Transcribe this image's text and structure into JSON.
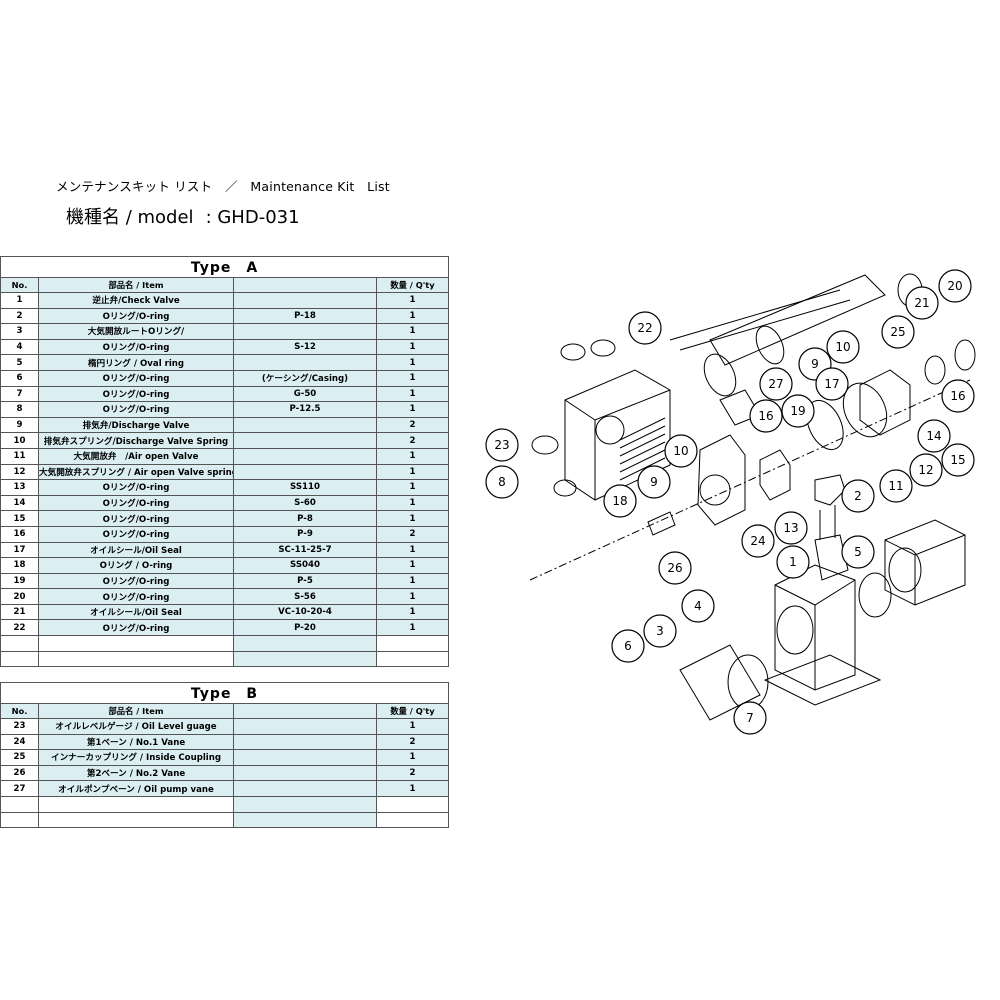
{
  "header": {
    "title_line": "メンテナンスキット リスト　／　Maintenance Kit　List",
    "model_label": "機種名 / model",
    "model_value": ": GHD-031"
  },
  "type_a": {
    "title": "Type　A",
    "columns": [
      "No.",
      "部品名 / Item",
      "",
      "数量 / Q'ty"
    ],
    "rows": [
      {
        "no": "1",
        "item": "逆止弁/Check Valve",
        "spec": "",
        "qty": "1"
      },
      {
        "no": "2",
        "item": "Oリング/O-ring",
        "spec": "P-18",
        "qty": "1"
      },
      {
        "no": "3",
        "item": "大気開放ルートOリング/",
        "spec": "",
        "qty": "1"
      },
      {
        "no": "4",
        "item": "Oリング/O-ring",
        "spec": "S-12",
        "qty": "1"
      },
      {
        "no": "5",
        "item": "楕円リング / Oval ring",
        "spec": "",
        "qty": "1"
      },
      {
        "no": "6",
        "item": "Oリング/O-ring",
        "spec": "(ケーシング/Casing)",
        "qty": "1"
      },
      {
        "no": "7",
        "item": "Oリング/O-ring",
        "spec": "G-50",
        "qty": "1"
      },
      {
        "no": "8",
        "item": "Oリング/O-ring",
        "spec": "P-12.5",
        "qty": "1"
      },
      {
        "no": "9",
        "item": "排気弁/Discharge Valve",
        "spec": "",
        "qty": "2"
      },
      {
        "no": "10",
        "item": "排気弁スプリング/Discharge Valve Spring",
        "spec": "",
        "qty": "2"
      },
      {
        "no": "11",
        "item": "大気開放弁　/Air open Valve",
        "spec": "",
        "qty": "1"
      },
      {
        "no": "12",
        "item": "大気開放弁スプリング / Air open Valve spring",
        "spec": "",
        "qty": "1"
      },
      {
        "no": "13",
        "item": "Oリング/O-ring",
        "spec": "SS110",
        "qty": "1"
      },
      {
        "no": "14",
        "item": "Oリング/O-ring",
        "spec": "S-60",
        "qty": "1"
      },
      {
        "no": "15",
        "item": "Oリング/O-ring",
        "spec": "P-8",
        "qty": "1"
      },
      {
        "no": "16",
        "item": "Oリング/O-ring",
        "spec": "P-9",
        "qty": "2"
      },
      {
        "no": "17",
        "item": "オイルシール/Oil Seal",
        "spec": "SC-11-25-7",
        "qty": "1"
      },
      {
        "no": "18",
        "item": "Oリング / O-ring",
        "spec": "SS040",
        "qty": "1"
      },
      {
        "no": "19",
        "item": "Oリング/O-ring",
        "spec": "P-5",
        "qty": "1"
      },
      {
        "no": "20",
        "item": "Oリング/O-ring",
        "spec": "S-56",
        "qty": "1"
      },
      {
        "no": "21",
        "item": "オイルシール/Oil Seal",
        "spec": "VC-10-20-4",
        "qty": "1"
      },
      {
        "no": "22",
        "item": "Oリング/O-ring",
        "spec": "P-20",
        "qty": "1"
      }
    ]
  },
  "type_b": {
    "title": "Type　B",
    "columns": [
      "No.",
      "部品名 / Item",
      "",
      "数量 / Q'ty"
    ],
    "rows": [
      {
        "no": "23",
        "item": "オイルレベルゲージ / Oil Level guage",
        "spec": "",
        "qty": "1"
      },
      {
        "no": "24",
        "item": "第1ベーン /  No.1  Vane",
        "spec": "",
        "qty": "2"
      },
      {
        "no": "25",
        "item": "インナーカップリング / Inside Coupling",
        "spec": "",
        "qty": "1"
      },
      {
        "no": "26",
        "item": "第2ベーン /  No.2  Vane",
        "spec": "",
        "qty": "2"
      },
      {
        "no": "27",
        "item": "オイルポンプベーン / Oil pump vane",
        "spec": "",
        "qty": "1"
      }
    ]
  },
  "diagram": {
    "callouts": [
      "20",
      "21",
      "22",
      "25",
      "10",
      "9",
      "16",
      "23",
      "27",
      "17",
      "14",
      "15",
      "19",
      "16",
      "10",
      "12",
      "9",
      "11",
      "8",
      "2",
      "18",
      "13",
      "24",
      "1",
      "5",
      "26",
      "4",
      "3",
      "6",
      "7"
    ]
  },
  "colors": {
    "row_fill": "#dbeff3",
    "border": "#555555"
  }
}
